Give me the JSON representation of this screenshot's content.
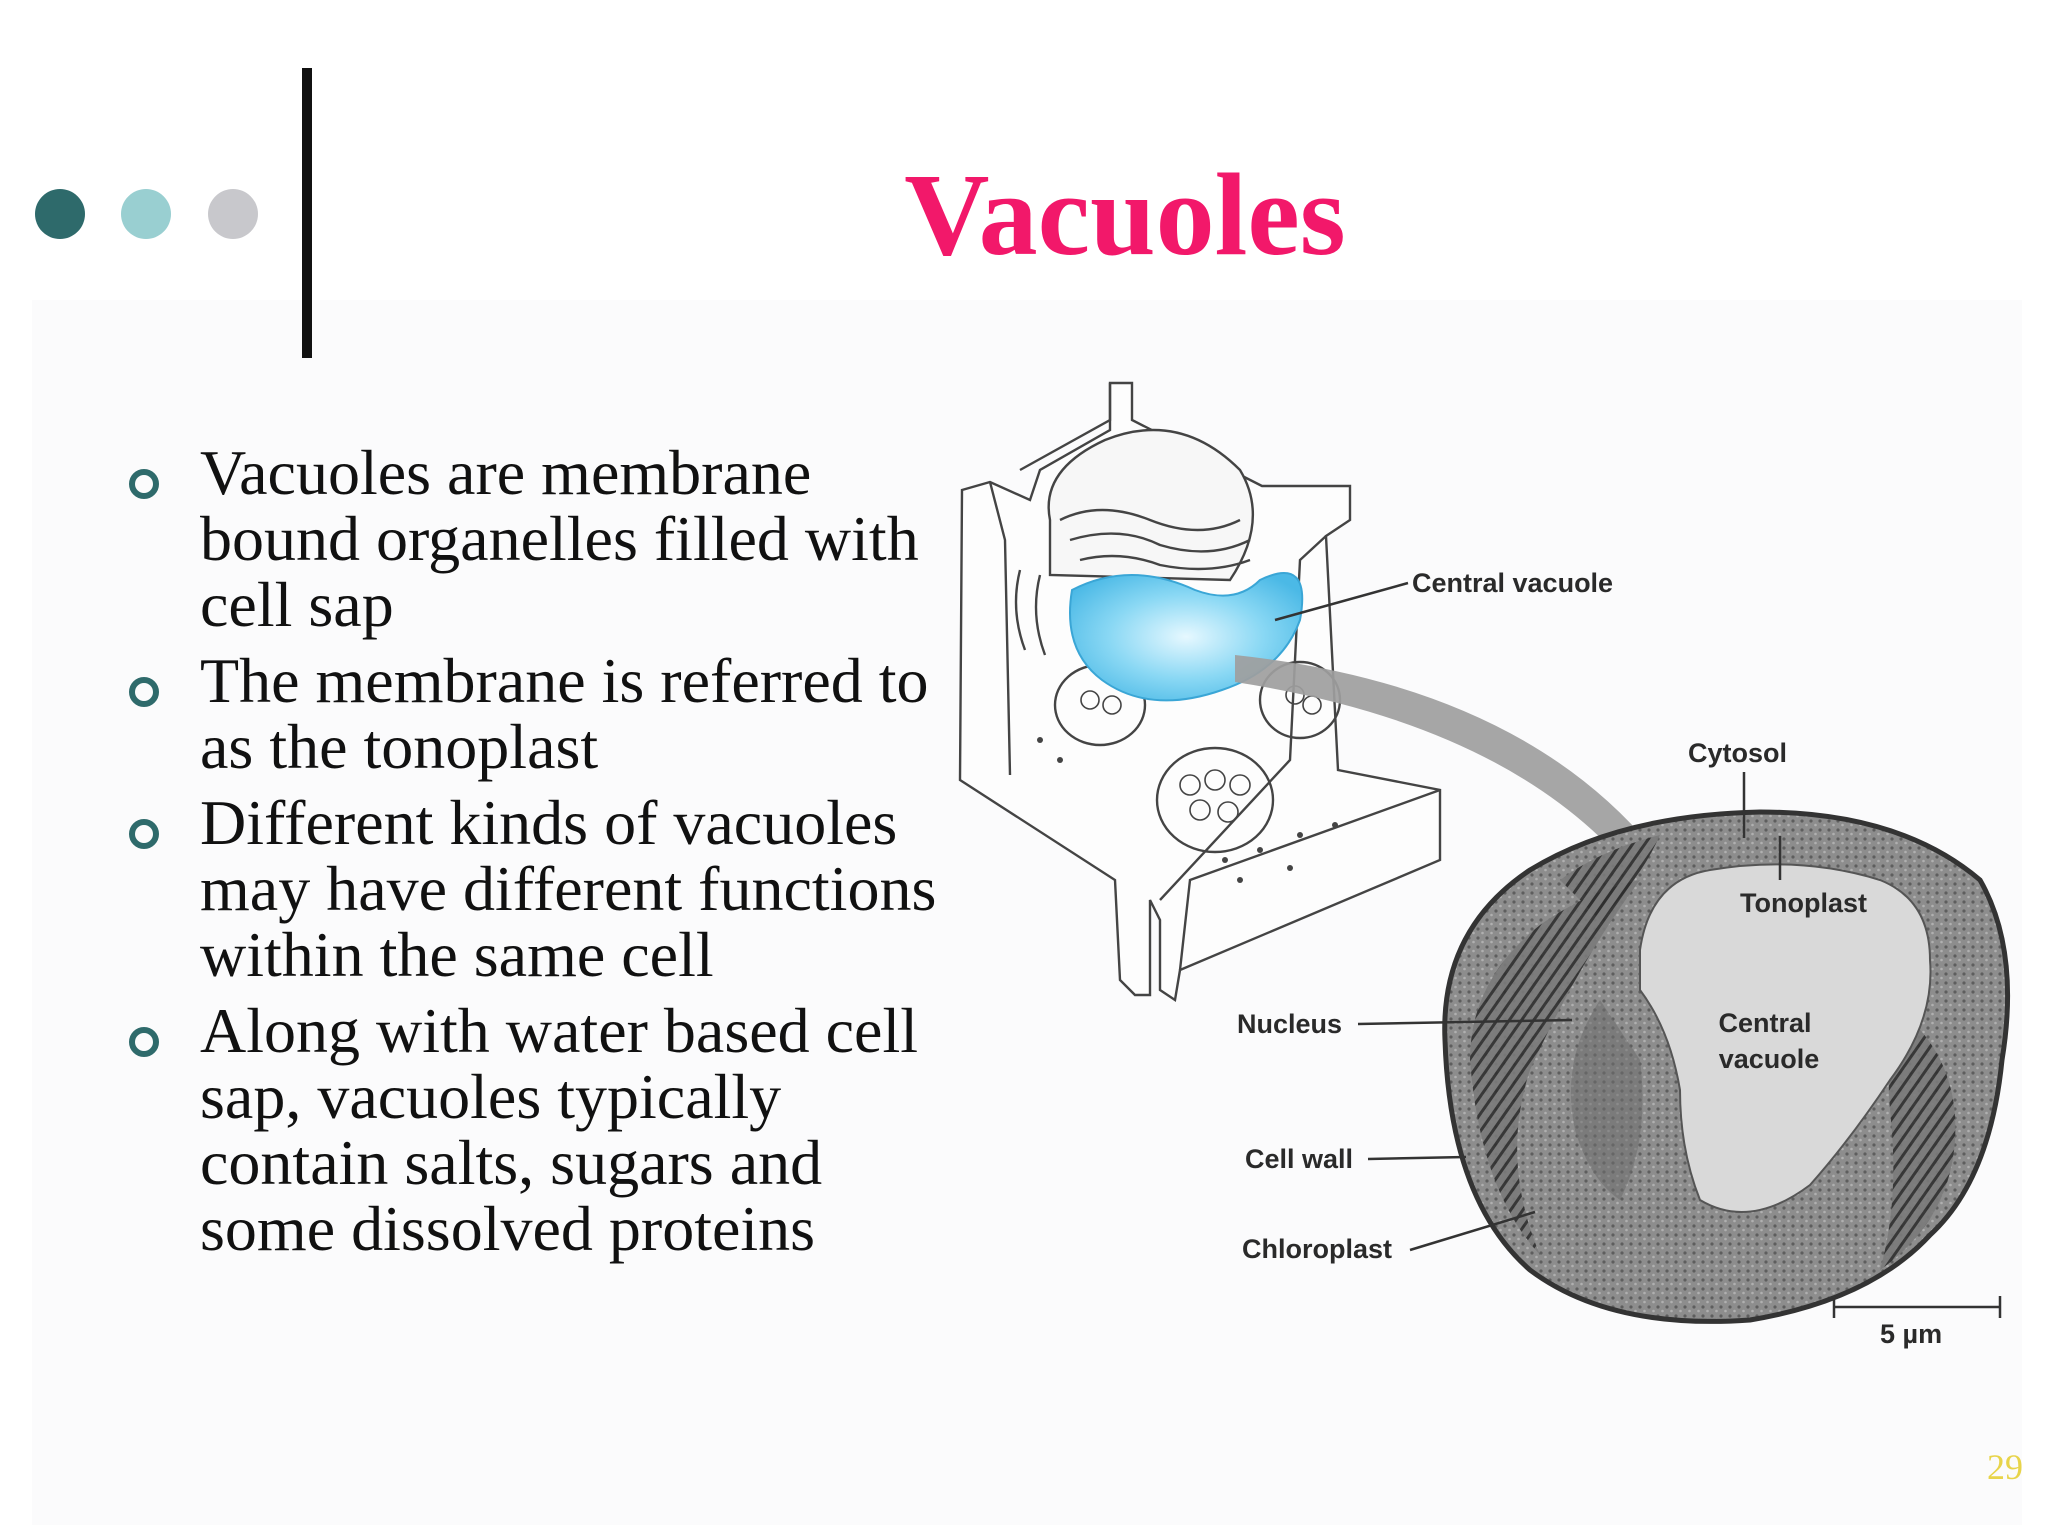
{
  "slide": {
    "title": "Vacuoles",
    "page_number": "29",
    "title_color": "#f2186a",
    "accent_dots": [
      "#2e6a6b",
      "#99cfd1",
      "#c8c8cc"
    ]
  },
  "bullets": [
    {
      "text": "Vacuoles are membrane\nbound organelles filled with\ncell sap"
    },
    {
      "text": "The membrane is referred to\nas the tonoplast"
    },
    {
      "text": "Different kinds of vacuoles\nmay have different functions\nwithin the same cell"
    },
    {
      "text": "Along with water based cell\nsap, vacuoles typically\ncontain salts, sugars and\nsome dissolved proteins"
    }
  ],
  "figure": {
    "labels": {
      "central_vacuole_top": "Central vacuole",
      "cytosol": "Cytosol",
      "tonoplast": "Tonoplast",
      "central_vacuole_line1": "Central",
      "central_vacuole_line2": "vacuole",
      "nucleus": "Nucleus",
      "cell_wall": "Cell wall",
      "chloroplast": "Chloroplast",
      "scale_bar": "5 µm"
    },
    "vacuole_color": "#5cc4ea"
  }
}
